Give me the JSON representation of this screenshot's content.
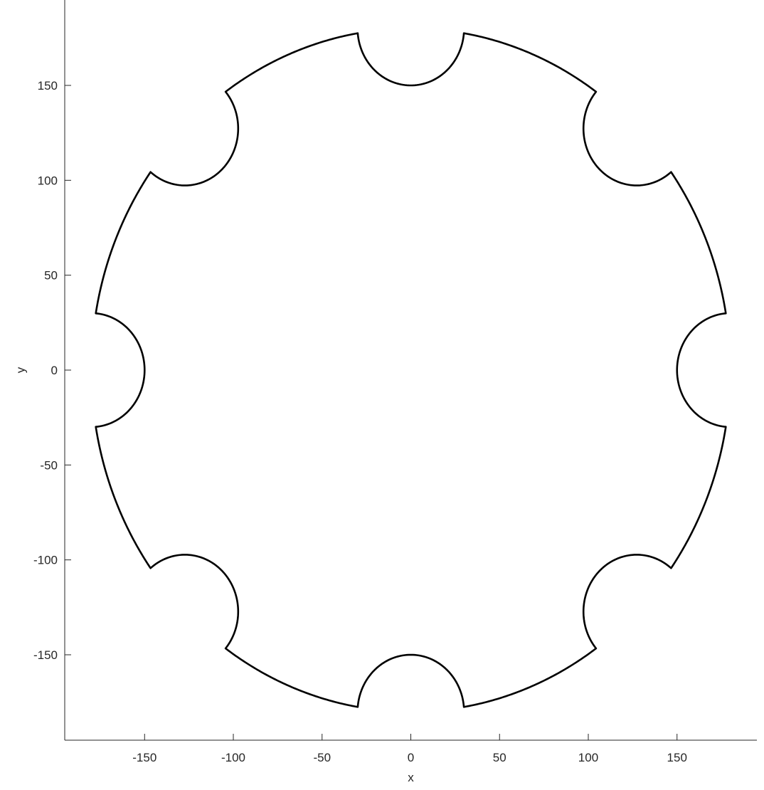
{
  "chart_data": {
    "type": "line",
    "title": "",
    "xlabel": "x",
    "ylabel": "y",
    "xlim": [
      -195,
      195
    ],
    "ylim": [
      -195,
      195
    ],
    "xticks": [
      -150,
      -100,
      -50,
      0,
      50,
      100,
      150
    ],
    "yticks": [
      -150,
      -100,
      -50,
      0,
      50,
      100,
      150
    ],
    "xtick_labels": [
      "-150",
      "-100",
      "-50",
      "0",
      "50",
      "100",
      "150"
    ],
    "ytick_labels": [
      "-150",
      "-100",
      "-50",
      "0",
      "50",
      "100",
      "150"
    ],
    "grid": false,
    "box": false,
    "line_color": "#000000",
    "series": [
      {
        "shape": "circle with 8 semicircular notches",
        "outer_radius": 180,
        "notch_count": 8,
        "notch_center_radius": 180,
        "notch_radius": 30,
        "first_notch_angle_deg": 0
      }
    ]
  }
}
